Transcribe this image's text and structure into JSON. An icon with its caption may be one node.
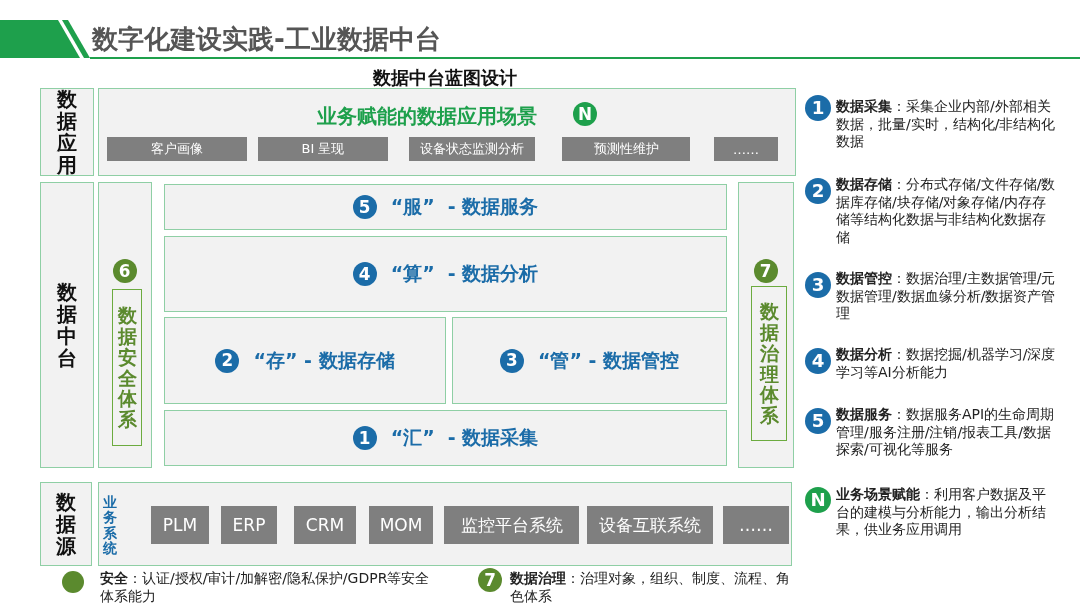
{
  "diagram": {
    "title": "数字化建设实践-工业数据中台",
    "nodes": [
      {
        "text": [
          "数据应用"
        ]
      },
      {
        "text": [
          "业务赋能的数据应用场景",
          "N"
        ]
      },
      {
        "text": [
          "客户画像"
        ],
        "in": 1
      },
      {
        "text": [
          "BI 呈现"
        ],
        "in": 1
      },
      {
        "text": [
          "设备状态监测分析"
        ],
        "in": 1
      },
      {
        "text": [
          "预测性维护"
        ],
        "in": 1
      },
      {
        "text": [
          "……"
        ],
        "in": 1
      },
      {
        "text": [
          "数据中台"
        ]
      },
      {
        "text": [
          "6"
        ]
      },
      {
        "text": [
          "数据安全体系"
        ],
        "in": 8
      },
      {
        "text": [
          "5",
          "“服”  - 数据服务"
        ]
      },
      {
        "text": [
          "4",
          "“算”  - 数据分析"
        ]
      },
      {
        "text": [
          "2",
          "“存” - 数据存储"
        ]
      },
      {
        "text": [
          "3",
          "“管” - 数据管控"
        ]
      },
      {
        "text": [
          "1",
          "“汇”  - 数据采集"
        ]
      },
      {
        "text": [
          "7"
        ]
      },
      {
        "text": [
          "数据治理体系"
        ],
        "in": 15
      },
      {
        "text": [
          "数据源"
        ]
      },
      {
        "text": [
          "业务系统"
        ]
      },
      {
        "text": [
          "PLM"
        ],
        "in": 18
      },
      {
        "text": [
          "ERP"
        ],
        "in": 18
      },
      {
        "text": [
          "CRM"
        ],
        "in": 18
      },
      {
        "text": [
          "MOM"
        ],
        "in": 18
      },
      {
        "text": [
          "监控平台系统"
        ],
        "in": 18
      },
      {
        "text": [
          "设备互联系统"
        ],
        "in": 18
      },
      {
        "text": [
          "……"
        ],
        "in": 18
      }
    ],
    "labels": [
      "数据中台蓝图设计",
      "1",
      "**数据采集**：采集企业内部/外部相关数据，批量/实时，结构化/非结构化数据",
      "2",
      "**数据存储**：分布式存储/文件存储/数据库存储/块存储/对象存储/内存存储等结构化数据与非结构化数据存储",
      "3",
      "**数据管控**：数据治理/主数据管理/元数据管理/数据血缘分析/数据资产管理",
      "4",
      "**数据分析**：数据挖掘/机器学习/深度学习等AI分析能力",
      "5",
      "**数据服务**：数据服务API的生命周期管理/服务注册/注销/报表工具/数据探索/可视化等服务",
      "N",
      "**业务场景赋能**：利用客户数据及平台的建模与分析能力，输出分析结果，供业务应用调用",
      "**安全**：认证/授权/审计/加解密/隐私保护/GDPR等安全体系能力",
      "7",
      "**数据治理**：治理对象，组织、制度、流程、角色体系"
    ]
  }
}
